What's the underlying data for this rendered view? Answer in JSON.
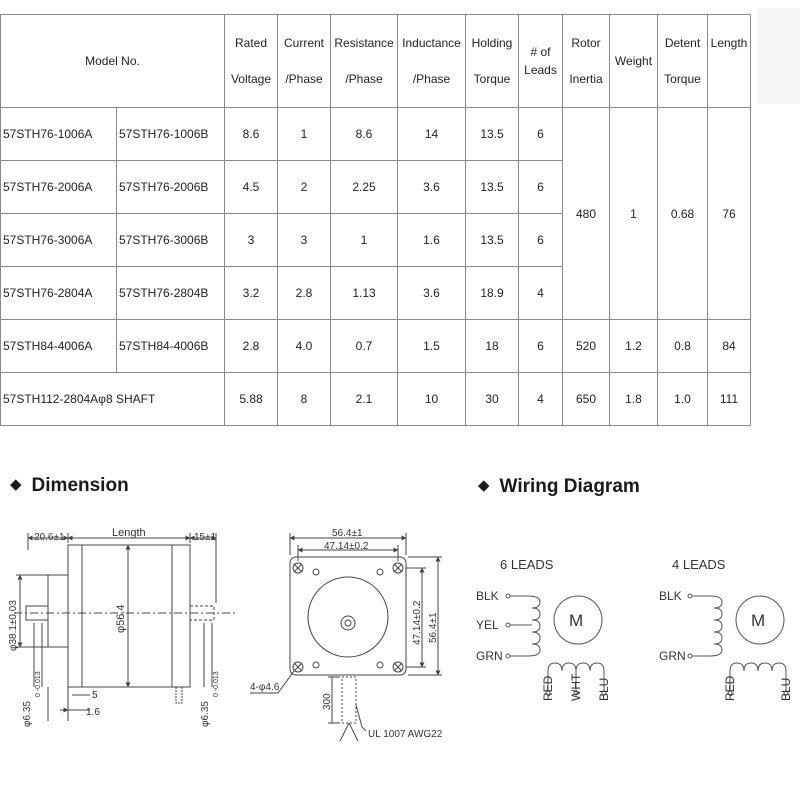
{
  "table": {
    "headers": [
      {
        "key": "model",
        "lines": [
          "Model No."
        ]
      },
      {
        "key": "rated_voltage",
        "lines": [
          "Rated",
          "Voltage"
        ]
      },
      {
        "key": "current_phase",
        "lines": [
          "Current",
          "/Phase"
        ]
      },
      {
        "key": "resistance_phase",
        "lines": [
          "Resistance",
          "/Phase"
        ]
      },
      {
        "key": "inductance_phase",
        "lines": [
          "Inductance",
          "/Phase"
        ]
      },
      {
        "key": "holding_torque",
        "lines": [
          "Holding",
          "Torque"
        ]
      },
      {
        "key": "num_leads",
        "lines": [
          "# of",
          "Leads"
        ]
      },
      {
        "key": "rotor_inertia",
        "lines": [
          "Rotor",
          "Inertia"
        ]
      },
      {
        "key": "weight",
        "lines": [
          "Weight"
        ]
      },
      {
        "key": "detent_torque",
        "lines": [
          "Detent",
          "Torque"
        ]
      },
      {
        "key": "length",
        "lines": [
          "Length"
        ]
      }
    ],
    "rows": [
      {
        "model_a": "57STH76-1006A",
        "model_b": "57STH76-1006B",
        "voltage": "8.6",
        "current": "1",
        "resistance": "8.6",
        "inductance": "14",
        "torque": "13.5",
        "leads": "6"
      },
      {
        "model_a": "57STH76-2006A",
        "model_b": "57STH76-2006B",
        "voltage": "4.5",
        "current": "2",
        "resistance": "2.25",
        "inductance": "3.6",
        "torque": "13.5",
        "leads": "6"
      },
      {
        "model_a": "57STH76-3006A",
        "model_b": "57STH76-3006B",
        "voltage": "3",
        "current": "3",
        "resistance": "1",
        "inductance": "1.6",
        "torque": "13.5",
        "leads": "6"
      },
      {
        "model_a": "57STH76-2804A",
        "model_b": "57STH76-2804B",
        "voltage": "3.2",
        "current": "2.8",
        "resistance": "1.13",
        "inductance": "3.6",
        "torque": "18.9",
        "leads": "4"
      },
      {
        "model_a": "57STH84-4006A",
        "model_b": "57STH84-4006B",
        "voltage": "2.8",
        "current": "4.0",
        "resistance": "0.7",
        "inductance": "1.5",
        "torque": "18",
        "leads": "6",
        "inertia": "520",
        "weight": "1.2",
        "detent": "0.8",
        "length": "84"
      },
      {
        "model_full": "57STH112-2804Aφ8 SHAFT",
        "voltage": "5.88",
        "current": "8",
        "resistance": "2.1",
        "inductance": "10",
        "torque": "30",
        "leads": "4",
        "inertia": "650",
        "weight": "1.8",
        "detent": "1.0",
        "length": "111"
      }
    ],
    "group76": {
      "inertia": "480",
      "weight": "1",
      "detent": "0.68",
      "length": "76"
    }
  },
  "sections": {
    "dimension_title": "Dimension",
    "wiring_title": "Wiring Diagram",
    "bullet": "◆"
  },
  "dimension": {
    "flange_thickness": "20.6±1",
    "length_label": "Length",
    "shaft_length": "15±1",
    "body_dia": "φ56.4",
    "pilot_dia": "φ38.1±0.03",
    "shaft_dia_left": "φ6.35",
    "shaft_dia_right": "φ6.35",
    "shaft_tol": "0 -0.013",
    "flat_depth": "5",
    "pilot_height": "1.6",
    "front_width": "56.4±1",
    "hole_spacing": "47.14±0.2",
    "hole_spacing_v": "47.14±0.2",
    "front_height": "56.4±1",
    "mount_holes": "4-φ4.6",
    "cable_length": "300",
    "cable_spec": "UL 1007 AWG22"
  },
  "wiring": {
    "six_leads_title": "6  LEADS",
    "four_leads_title": "4  LEADS",
    "motor_letter": "M",
    "six_left": [
      "BLK",
      "YEL",
      "GRN"
    ],
    "six_bottom": [
      "RED",
      "WHT",
      "BLU"
    ],
    "four_left": [
      "BLK",
      "GRN"
    ],
    "four_bottom": [
      "RED",
      "BLU"
    ]
  },
  "colors": {
    "line": "#444444",
    "grid": "#8a8a8a"
  }
}
